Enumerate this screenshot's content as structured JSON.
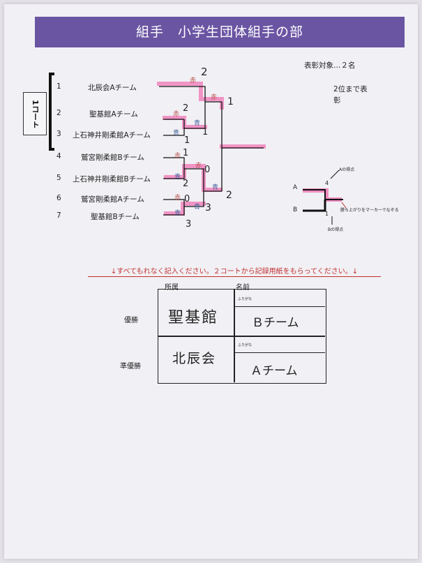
{
  "title": "組手　小学生団体組手の部",
  "award_target": "表彰対象…２名",
  "award_note_line1": "2位まで表",
  "award_note_line2": "彰",
  "court_label": "1コート",
  "teams": [
    {
      "num": "1",
      "name": "北辰会Aチーム"
    },
    {
      "num": "2",
      "name": "聖基館Aチーム"
    },
    {
      "num": "3",
      "name": "上石神井剛柔館Aチーム"
    },
    {
      "num": "4",
      "name": "鷲宮剛柔館Bチーム"
    },
    {
      "num": "5",
      "name": "上石神井剛柔館Bチーム"
    },
    {
      "num": "6",
      "name": "鷲宮剛柔館Aチーム"
    },
    {
      "num": "7",
      "name": "聖基館Bチーム"
    }
  ],
  "bracket_marks": {
    "aka": "赤",
    "ao": "青"
  },
  "scores": {
    "r1_m1_top": "2",
    "r1_m1_bottom": "1",
    "r1_m2_top": "1",
    "r1_m2_bottom": "2",
    "r1_m3_top": "0",
    "r1_m3_bottom": "3",
    "sf1_top": "2",
    "sf1_bottom": "1",
    "sf2_top": "0",
    "sf2_bottom": "3",
    "final_top": "1",
    "final_bottom": "2"
  },
  "legend": {
    "label_a": "A",
    "label_b": "B",
    "score_a": "4",
    "score_b": "1",
    "note_a": "Aの得点",
    "note_b": "Bの得点",
    "note_marker": "勝ち上がりをマーカーでなぞる"
  },
  "instruction": "↓すべてもれなく記入ください。２コートから記録用紙をもらってください。↓",
  "result_table": {
    "header_affiliation": "所属",
    "header_name": "名前",
    "furigana": "ふりがな",
    "rows": [
      {
        "rank": "優勝",
        "affiliation": "聖基館",
        "name": "Ｂチーム"
      },
      {
        "rank": "準優勝",
        "affiliation": "北辰会",
        "name": "Ａチーム"
      }
    ]
  }
}
